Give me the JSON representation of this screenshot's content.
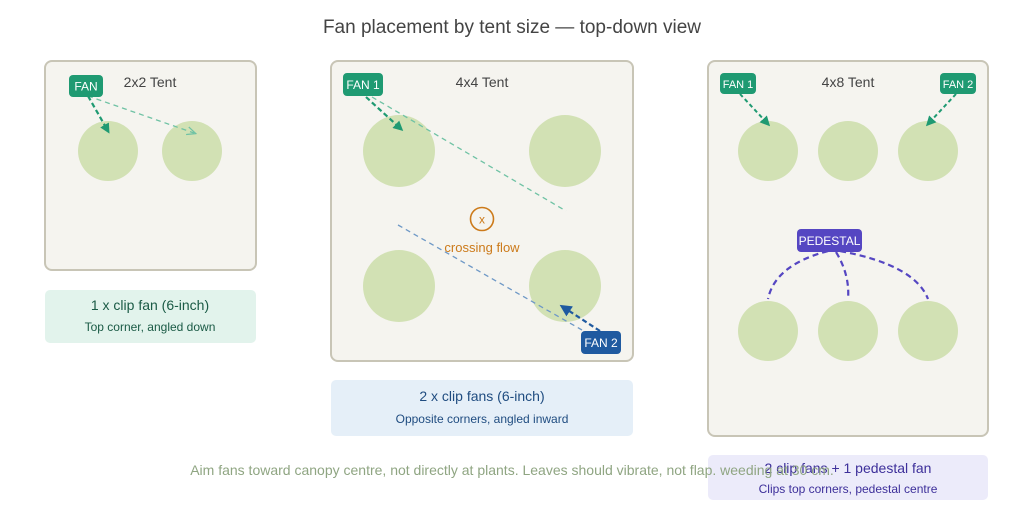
{
  "title": "Fan placement by tent size — top-down view",
  "colors": {
    "tent_fill": "#f5f4ef",
    "tent_stroke": "#c8c5b6",
    "plant": "#d2e1b4",
    "green": "#1f9a72",
    "blue": "#1f5aa0",
    "purple": "#5546c2",
    "orange": "#cc7a1a",
    "green_box": "#e2f3ec",
    "blue_box": "#e5eff8",
    "purple_box": "#ecebfa",
    "note": "#8fa582"
  },
  "tents": {
    "small": {
      "label": "2x2 Tent",
      "fans": [
        {
          "label": "FAN"
        }
      ],
      "caption_title": "1 x clip fan (6-inch)",
      "caption_sub": "Top corner, angled down"
    },
    "medium": {
      "label": "4x4 Tent",
      "fans": [
        {
          "label": "FAN 1"
        },
        {
          "label": "FAN 2"
        }
      ],
      "crossing_icon": "x",
      "crossing_label": "crossing flow",
      "caption_title": "2 x clip fans (6-inch)",
      "caption_sub": "Opposite corners, angled inward"
    },
    "large": {
      "label": "4x8 Tent",
      "fans": [
        {
          "label": "FAN 1"
        },
        {
          "label": "FAN 2"
        }
      ],
      "pedestal_label": "PEDESTAL",
      "caption_title": "2 clip fans + 1 pedestal fan",
      "caption_sub": "Clips top corners, pedestal centre"
    }
  },
  "footer_note": "Aim fans toward canopy centre, not directly at plants. Leaves should vibrate, not flap. weeding at 30 cm."
}
